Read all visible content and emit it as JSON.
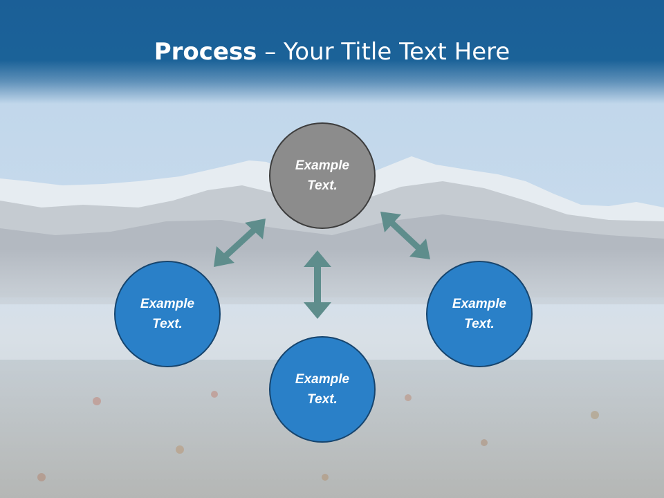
{
  "slide": {
    "title_bold": "Process",
    "title_rest": " – Your Title Text Here"
  },
  "nodes": [
    {
      "id": "top",
      "text": "Example Text.",
      "color": "#8c8c8c"
    },
    {
      "id": "left",
      "text": "Example Text.",
      "color": "#2a80c8"
    },
    {
      "id": "right",
      "text": "Example Text.",
      "color": "#2a80c8"
    },
    {
      "id": "bottom",
      "text": "Example Text.",
      "color": "#2a80c8"
    }
  ],
  "colors": {
    "header": "#1b5f97",
    "node_blue": "#2a80c8",
    "node_gray": "#8c8c8c",
    "arrow": "#5e8d8c"
  },
  "background_image": "mountain-landscape-with-fog"
}
